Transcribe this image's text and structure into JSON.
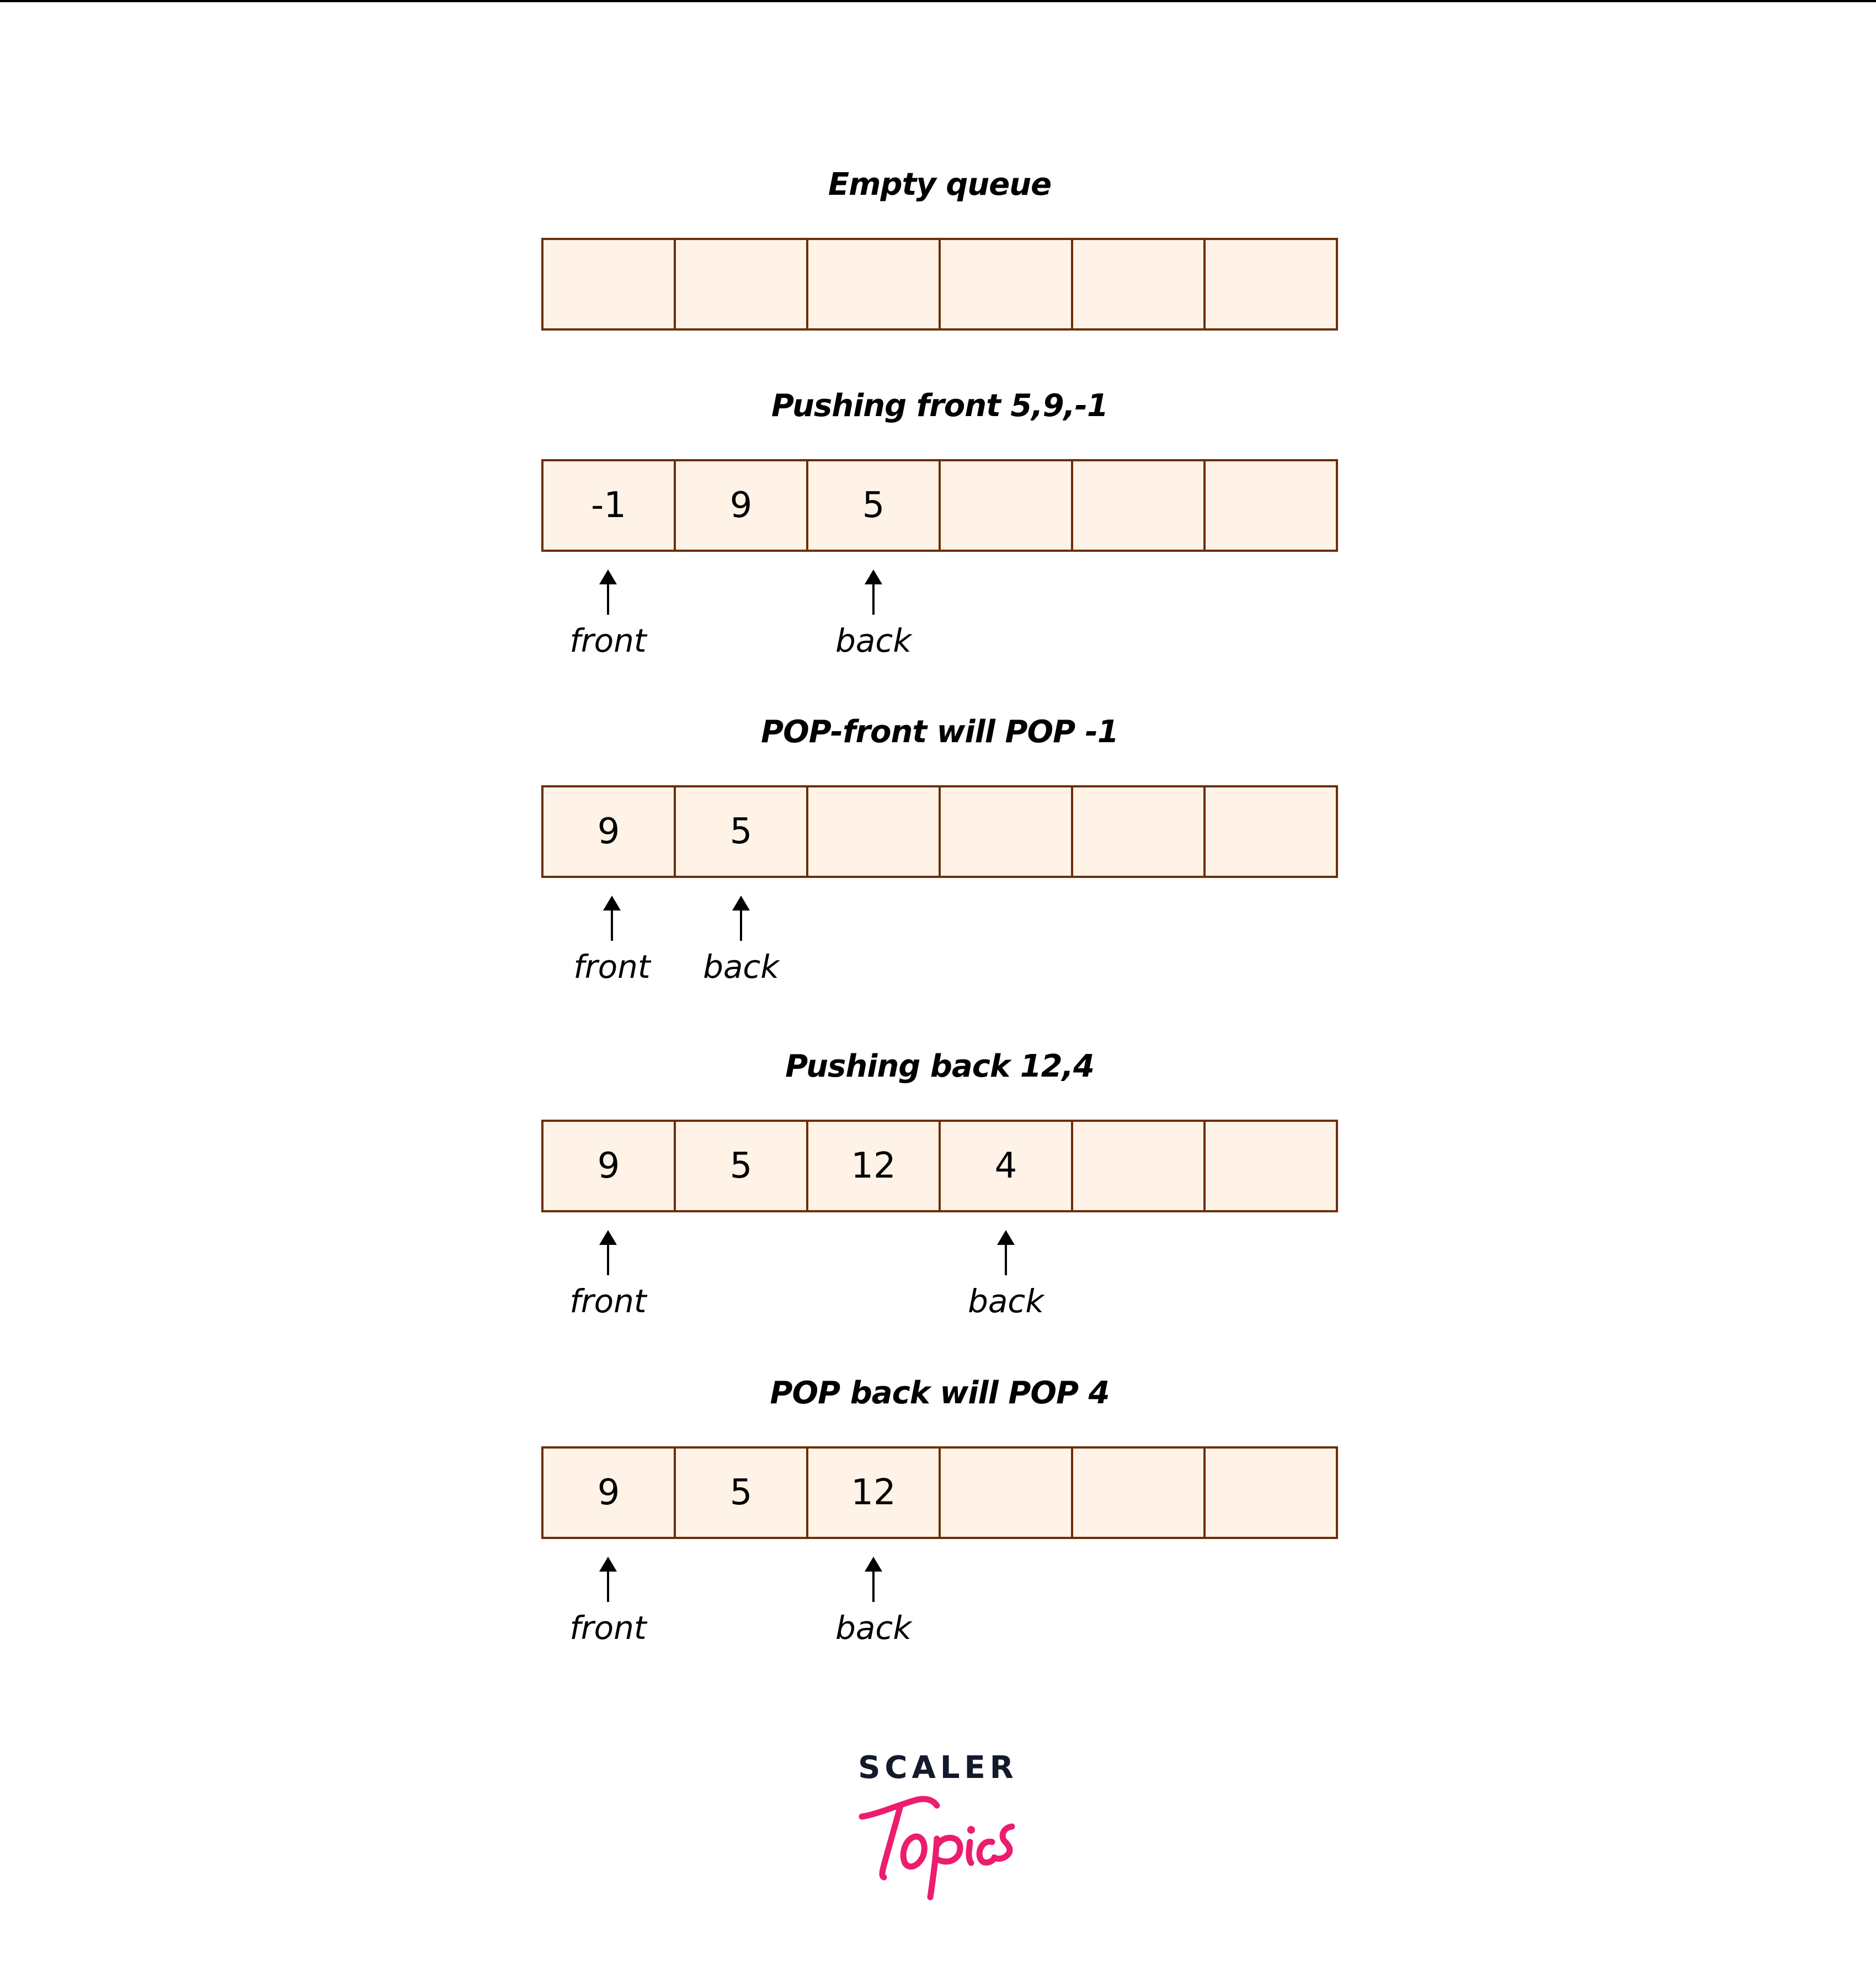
{
  "colors": {
    "cell_fill": "#FEF3E6",
    "cell_border": "#6B2E0A",
    "text": "#000000",
    "logo_primary": "#131A2C",
    "logo_accent": "#EC1C6E"
  },
  "capacity": 6,
  "sections": [
    {
      "title": "Empty queue",
      "cells": [
        "",
        "",
        "",
        "",
        "",
        ""
      ],
      "pointers": []
    },
    {
      "title": "Pushing front 5,9,-1",
      "cells": [
        "-1",
        "9",
        "5",
        "",
        "",
        ""
      ],
      "pointers": [
        {
          "label": "front",
          "index": 0
        },
        {
          "label": "back",
          "index": 2
        }
      ]
    },
    {
      "title": "POP-front will POP -1",
      "cells": [
        "9",
        "5",
        "",
        "",
        "",
        ""
      ],
      "pointers": [
        {
          "label": "front",
          "index": 0
        },
        {
          "label": "back",
          "index": 1
        }
      ]
    },
    {
      "title": "Pushing back 12,4",
      "cells": [
        "9",
        "5",
        "12",
        "4",
        "",
        ""
      ],
      "pointers": [
        {
          "label": "front",
          "index": 0
        },
        {
          "label": "back",
          "index": 3
        }
      ]
    },
    {
      "title": "POP back will POP 4",
      "cells": [
        "9",
        "5",
        "12",
        "",
        "",
        ""
      ],
      "pointers": [
        {
          "label": "front",
          "index": 0
        },
        {
          "label": "back",
          "index": 2
        }
      ]
    }
  ],
  "logo": {
    "word": "SCALER",
    "script": "Topics"
  }
}
